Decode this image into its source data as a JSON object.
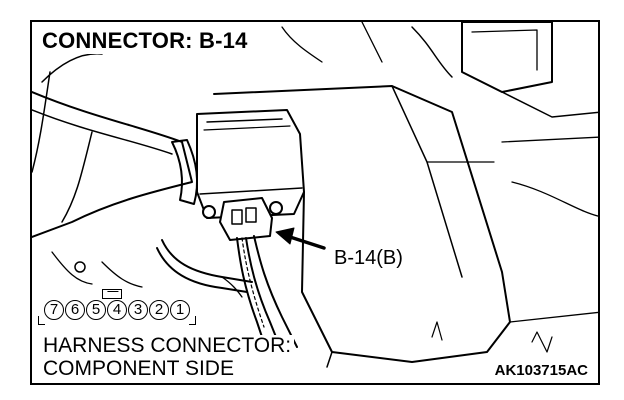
{
  "diagram": {
    "title": "CONNECTOR: B-14",
    "callout_label": "B-14(B)",
    "pin_numbers": [
      "7",
      "6",
      "5",
      "4",
      "3",
      "2",
      "1"
    ],
    "caption_line1": "HARNESS CONNECTOR:",
    "caption_line2": "COMPONENT SIDE",
    "figure_code": "AK103715AC"
  }
}
